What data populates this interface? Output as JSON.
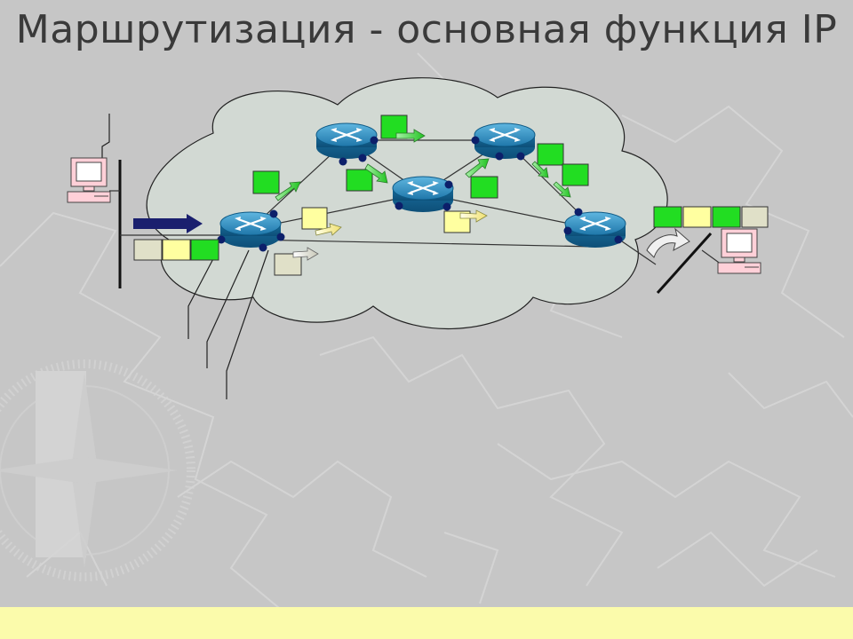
{
  "slide": {
    "title": "Маршрутизация - основная функция IP"
  },
  "colors": {
    "background": "#c6c6c6",
    "cloud": "#d2d9d3",
    "router": "#2a7fb0",
    "packet_green": "#22dd22",
    "packet_yellow": "#ffffa0",
    "packet_gray": "#e0e0c8",
    "footer": "#fbfbab"
  },
  "diagram": {
    "routers": [
      "router-1",
      "router-2",
      "router-3",
      "router-4",
      "router-5"
    ],
    "hosts": [
      "host-source",
      "host-destination"
    ]
  }
}
